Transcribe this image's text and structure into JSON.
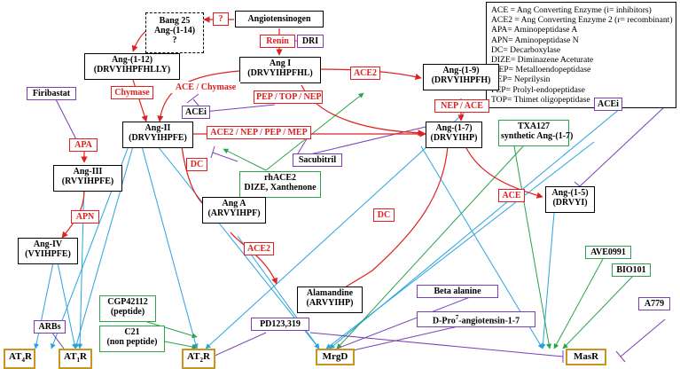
{
  "legend": [
    "ACE = Ang Converting Enzyme (i= inhibitors)",
    "ACE2 = Ang Converting Enzyme 2 (r= recombinant)",
    "APA= Aminopeptidase A",
    "APN= Aminopeptidase N",
    "DC= Decarboxylase",
    "DIZE= Diminazene Aceturate",
    "MEP= Metalloendopeptidase",
    "NEP= Neprilysin",
    "PEP= Prolyl-endopeptidase",
    "TOP= Thimet oligopeptidase"
  ],
  "nodes": {
    "bang25": [
      "Bang 25",
      "Ang-(1-14)",
      "?"
    ],
    "unknown_enzyme": "?",
    "angiotensinogen": "Angiotensinogen",
    "renin": "Renin",
    "dri": "DRI",
    "ang_1_12": [
      "Ang-(1-12)",
      "(DRVYIHPFHLLY)"
    ],
    "ang_i": [
      "Ang I",
      "(DRVYIHPFHL)"
    ],
    "ang_1_9": [
      "Ang-(1-9)",
      "(DRVYIHPFH)"
    ],
    "chymase": "Chymase",
    "ace_chymase": "ACE / Chymase",
    "ace2_top": "ACE2",
    "pep_top_nep": "PEP / TOP / NEP",
    "nep_ace": "NEP / ACE",
    "acei_left": "ACEi",
    "acei_right": "ACEi",
    "firibastat": "Firibastat",
    "ang_ii": [
      "Ang-II",
      "(DRVYIHPFE)"
    ],
    "ace2_nep_pep_mep": "ACE2 / NEP / PEP / MEP",
    "ang_1_7": [
      "Ang-(1-7)",
      "(DRVYIHP)"
    ],
    "txa127": [
      "TXA127",
      "synthetic Ang-(1-7)"
    ],
    "apa": "APA",
    "dc_upper": "DC",
    "sacubitril": "Sacubitril",
    "rhace2": [
      "rhACE2",
      "DIZE, Xanthenone"
    ],
    "ang_iii": [
      "Ang-III",
      "(RVYIHPFE)"
    ],
    "ace_lower": "ACE",
    "ang_1_5": [
      "Ang-(1-5)",
      "(DRVYI)"
    ],
    "ang_a": [
      "Ang A",
      "(ARVYIHPF)"
    ],
    "apn": "APN",
    "dc_lower": "DC",
    "ave0991": "AVE0991",
    "bio101": "BIO101",
    "ang_iv": [
      "Ang-IV",
      "(VYIHPFE)"
    ],
    "ace2_lower": "ACE2",
    "alamandine": [
      "Alamandine",
      "(ARVYIHP)"
    ],
    "beta_alanine": "Beta alanine",
    "cgp42112": [
      "CGP42112",
      "(peptide)"
    ],
    "arbs": "ARBs",
    "pd123319": "PD123,319",
    "d_pro7": "D-Pro",
    "d_pro7_sup": "7",
    "d_pro7_rest": "-angiotensin-1-7",
    "a779": "A779",
    "c21": [
      "C21",
      "(non peptide)"
    ]
  },
  "receptors": {
    "at4r": {
      "main": "AT",
      "sub": "4",
      "tail": "R"
    },
    "at1r": {
      "main": "AT",
      "sub": "1",
      "tail": "R"
    },
    "at2r": {
      "main": "AT",
      "sub": "2",
      "tail": "R"
    },
    "mrgd": "MrgD",
    "masr": "MasR"
  },
  "colors": {
    "conversion": "#e02020",
    "activation": "#29a3e0",
    "inhibitor": "#7a3fb5",
    "agonist": "#2aa34a",
    "receptor_border": "#c8961e"
  }
}
